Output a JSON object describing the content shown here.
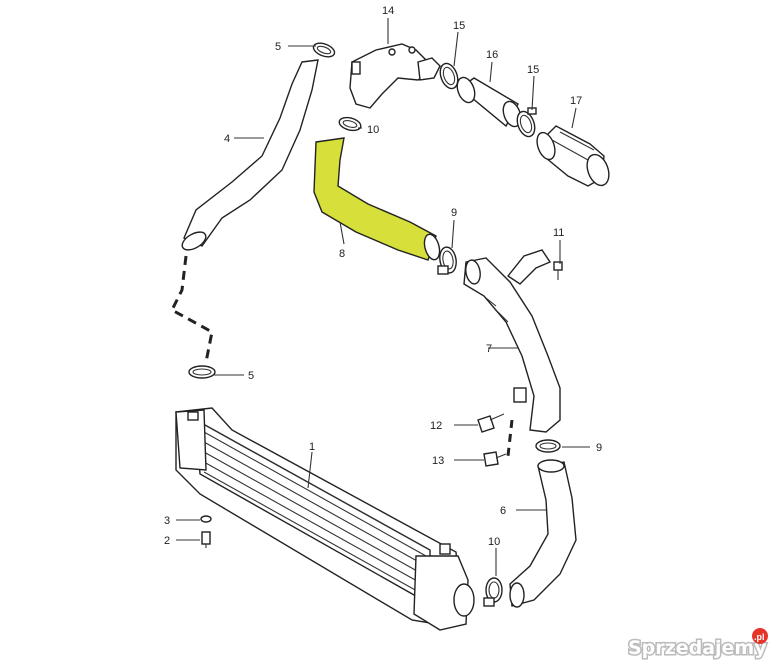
{
  "callouts": [
    "1",
    "2",
    "3",
    "4",
    "5",
    "6",
    "7",
    "8",
    "9",
    "10",
    "11",
    "12",
    "13",
    "14",
    "15",
    "16",
    "17"
  ],
  "labels": {
    "n1": "1",
    "n2": "2",
    "n3": "3",
    "n4": "4",
    "n5a": "5",
    "n5b": "5",
    "n6": "6",
    "n7": "7",
    "n8": "8",
    "n9a": "9",
    "n9b": "9",
    "n10a": "10",
    "n10b": "10",
    "n11": "11",
    "n12": "12",
    "n13": "13",
    "n14": "14",
    "n15a": "15",
    "n15b": "15",
    "n16": "16",
    "n17": "17"
  },
  "highlight_color": "#d7df3a",
  "watermark": {
    "text": "Sprzedajemy",
    "suffix": ".pl",
    "color": "#e8332a"
  }
}
